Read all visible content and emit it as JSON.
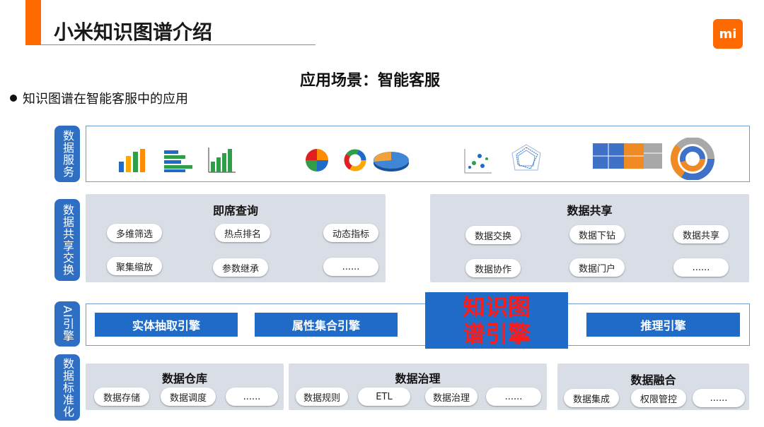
{
  "header": {
    "title": "小米知识图谱介绍",
    "logo_text": "mi",
    "accent_color": "#ff6a00"
  },
  "subtitle": "应用场景：智能客服",
  "bullet": "知识图谱在智能客服中的应用",
  "layers": {
    "data_service": {
      "label": "数据服务"
    },
    "data_share_exchange": {
      "label": "数据共享交换"
    },
    "ai_engine": {
      "label": "AI引擎"
    },
    "data_standardization": {
      "label": "数据标准化"
    }
  },
  "icons": [
    "bar-chart-icon",
    "horizontal-bar-chart-icon",
    "green-bar-chart-icon",
    "pie-chart-icon",
    "donut-chart-icon",
    "3d-pie-chart-icon",
    "scatter-plot-icon",
    "radar-chart-icon",
    "treemap-icon",
    "sunburst-chart-icon"
  ],
  "adhoc_query": {
    "title": "即席查询",
    "items": [
      "多维筛选",
      "热点排名",
      "动态指标",
      "聚集缩放",
      "参数继承",
      "......"
    ]
  },
  "data_sharing": {
    "title": "数据共享",
    "items": [
      "数据交换",
      "数据下钻",
      "数据共享",
      "数据协作",
      "数据门户",
      "......"
    ]
  },
  "engines": {
    "entity_extraction": "实体抽取引擎",
    "attribute_set": "属性集合引擎",
    "kg_engine": "知识图\n谱引擎",
    "reasoning": "推理引擎"
  },
  "data_warehouse": {
    "title": "数据仓库",
    "items": [
      "数据存储",
      "数据调度",
      "......"
    ]
  },
  "data_governance": {
    "title": "数据治理",
    "items": [
      "数据规则",
      "ETL",
      "数据治理",
      "......"
    ]
  },
  "data_fusion": {
    "title": "数据融合",
    "items": [
      "数据集成",
      "权限管控",
      "......"
    ]
  },
  "colors": {
    "blue": "#1f6bc7",
    "label_blue": "#2f6fc3",
    "red": "#ff1a1a",
    "gray_panel": "#d8dde6"
  }
}
